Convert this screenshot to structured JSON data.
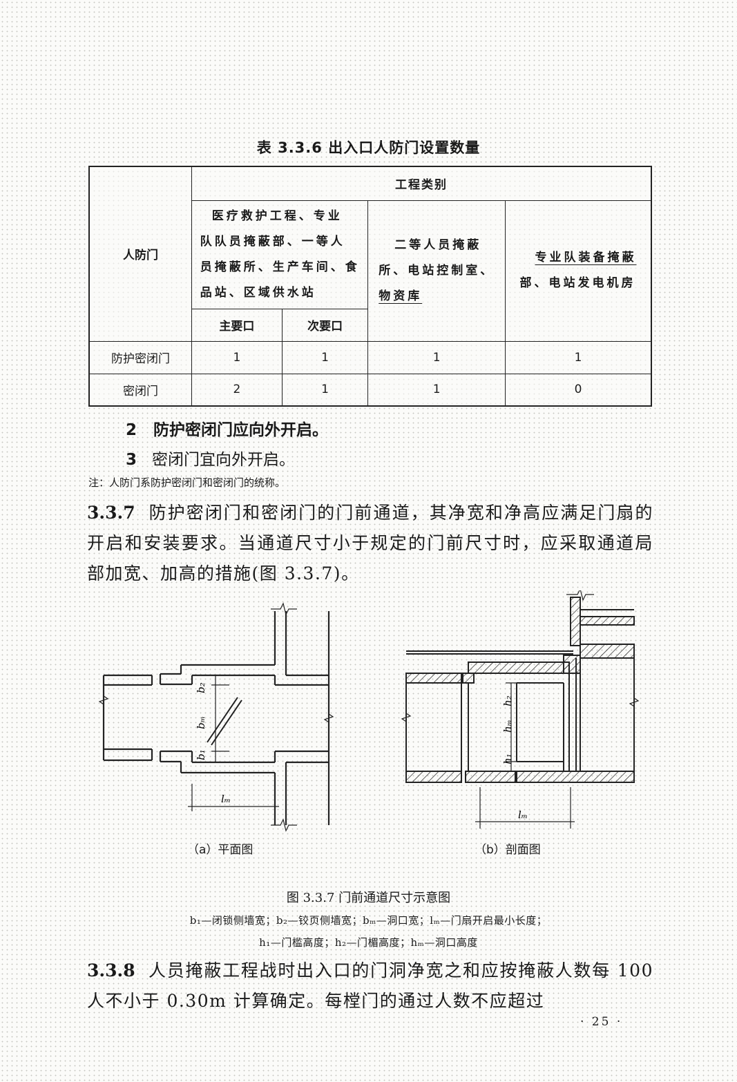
{
  "table": {
    "title": "表 3.3.6   出入口人防门设置数量",
    "row_header": "人防门",
    "group_header": "工程类别",
    "col1": {
      "lines": [
        "医疗救护工程、专业",
        "队队员掩蔽部、一等人",
        "员掩蔽所、生产车间、食",
        "品站、区域供水站"
      ],
      "sub_main": "主要口",
      "sub_secondary": "次要口"
    },
    "col2": {
      "lines": [
        "二等人员掩蔽",
        "所、电站控制室、",
        "物资库"
      ]
    },
    "col3": {
      "lines": [
        "专业队装备掩蔽",
        "部、电站发电机房"
      ]
    },
    "rows": [
      {
        "label": "防护密闭门",
        "values": [
          "1",
          "1",
          "1",
          "1"
        ]
      },
      {
        "label": "密闭门",
        "values": [
          "2",
          "1",
          "1",
          "0"
        ]
      }
    ]
  },
  "items": [
    {
      "num": "2",
      "text": "防护密闭门应向外开启。"
    },
    {
      "num": "3",
      "text": "密闭门宜向外开启。"
    }
  ],
  "note": "注：人防门系防护密闭门和密闭门的统称。",
  "section_337": {
    "num": "3.3.7",
    "text": "防护密闭门和密闭门的门前通道，其净宽和净高应满足门扇的开启和安装要求。当通道尺寸小于规定的门前尺寸时，应采取通道局部加宽、加高的措施(图 3.3.7)。"
  },
  "figure": {
    "plan_caption": "（a）平面图",
    "section_caption": "（b）剖面图",
    "labels": {
      "b2": "b₂",
      "bm": "bₘ",
      "b1": "b₁",
      "lm": "lₘ",
      "h2": "h₂",
      "hm": "hₘ",
      "h1": "h₁"
    },
    "caption": "图 3.3.7   门前通道尺寸示意图",
    "legend_line1": "b₁—闭锁侧墙宽；b₂—铰页侧墙宽；bₘ—洞口宽；lₘ—门扇开启最小长度；",
    "legend_line2": "h₁—门槛高度；h₂—门楣高度；hₘ—洞口高度"
  },
  "section_338": {
    "num": "3.3.8",
    "text": "人员掩蔽工程战时出入口的门洞净宽之和应按掩蔽人数每 100 人不小于 0.30m 计算确定。每樘门的通过人数不应超过"
  },
  "page_number": "· 25 ·"
}
